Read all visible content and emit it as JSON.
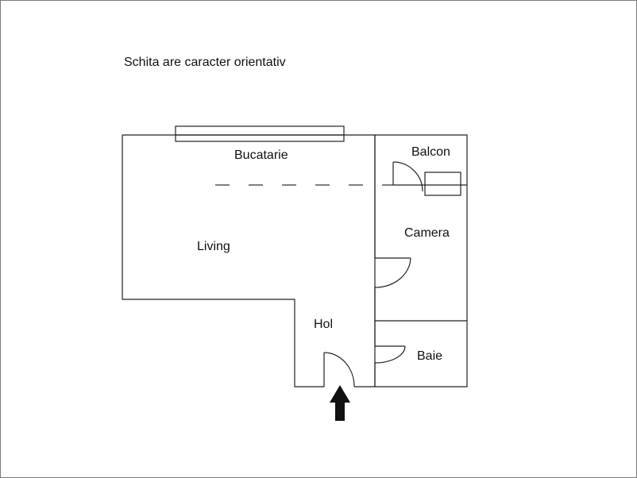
{
  "note": "Schita are caracter orientativ",
  "rooms": {
    "bucatarie": "Bucatarie",
    "balcon": "Balcon",
    "camera": "Camera",
    "living": "Living",
    "hol": "Hol",
    "baie": "Baie"
  },
  "colors": {
    "line": "#222222",
    "arrow": "#111111",
    "frame": "#7a7a7a"
  },
  "icons": {
    "entrance": "entrance-arrow-icon"
  }
}
